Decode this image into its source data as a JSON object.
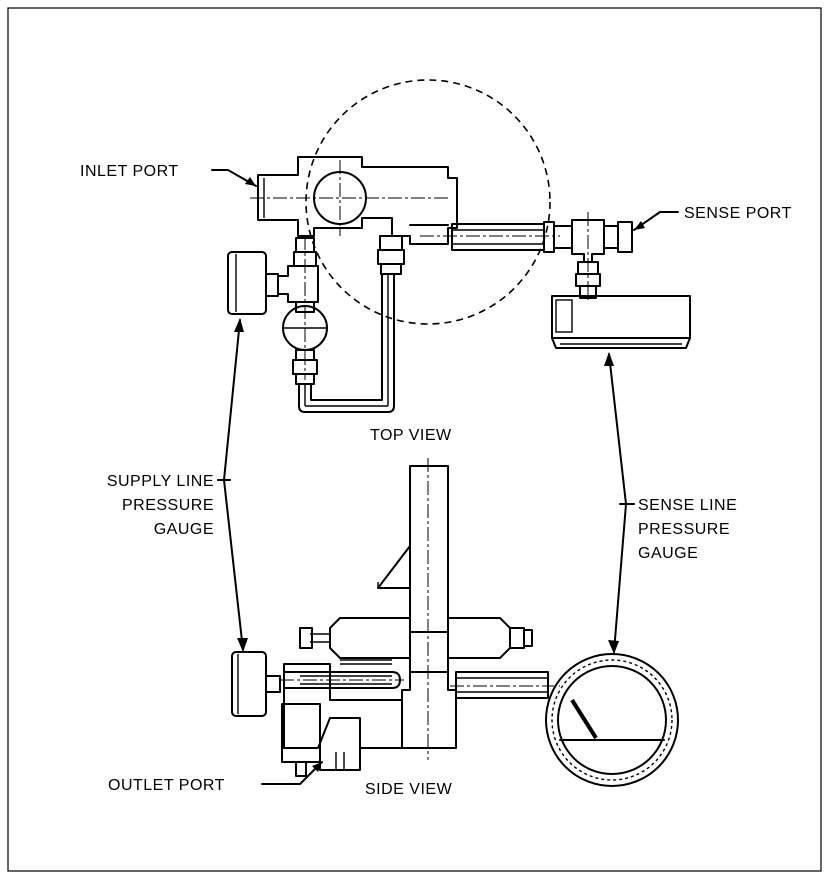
{
  "labels": {
    "inlet_port": "INLET PORT",
    "sense_port": "SENSE PORT",
    "top_view": "TOP VIEW",
    "side_view": "SIDE VIEW",
    "supply_line_1": "SUPPLY LINE",
    "supply_line_2": "PRESSURE",
    "supply_line_3": "GAUGE",
    "sense_line_1": "SENSE LINE",
    "sense_line_2": "PRESSURE",
    "sense_line_3": "GAUGE",
    "outlet_port": "OUTLET PORT"
  }
}
